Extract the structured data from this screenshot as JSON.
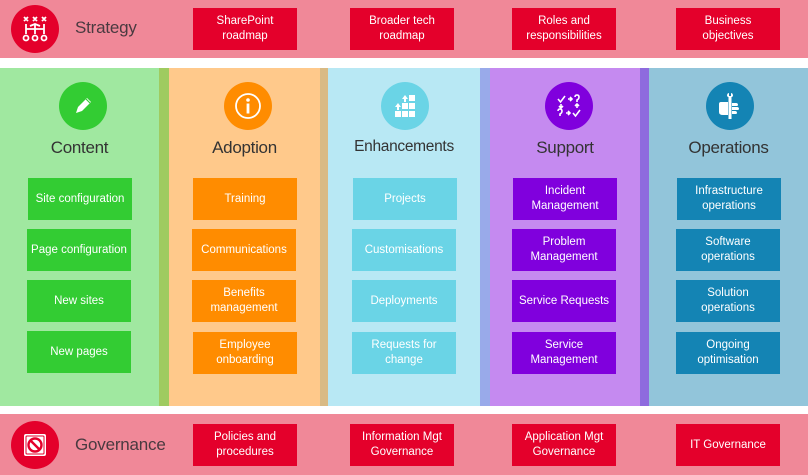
{
  "colors": {
    "band_bg": "#F08898",
    "band_box": "#E4002B",
    "content": {
      "bg": "#A0E8A0",
      "box": "#33CC33",
      "sep": "#9FCB60"
    },
    "adoption": {
      "bg": "#FFC98B",
      "box": "#FF8C00",
      "sep": "#D9BA84"
    },
    "enhancements": {
      "bg": "#B8E8F4",
      "box": "#6AD4E6",
      "sep": "#99AAEA"
    },
    "support": {
      "bg": "#C58AF0",
      "box": "#8000DD",
      "sep": "#8E6BDE"
    },
    "operations": {
      "bg": "#92C5DA",
      "box": "#1484B4"
    }
  },
  "strategy": {
    "icon": "decision-tree-icon",
    "title": "Strategy",
    "items": [
      "SharePoint roadmap",
      "Broader tech roadmap",
      "Roles and responsibilities",
      "Business objectives"
    ]
  },
  "columns": [
    {
      "key": "content",
      "icon": "pencil-icon",
      "title": "Content",
      "items": [
        "Site configuration",
        "Page configuration",
        "New sites",
        "New pages"
      ]
    },
    {
      "key": "adoption",
      "icon": "info-icon",
      "title": "Adoption",
      "items": [
        "Training",
        "Communications",
        "Benefits management",
        "Employee onboarding"
      ]
    },
    {
      "key": "enhancements",
      "icon": "growth-blocks-icon",
      "title": "Enhancements",
      "items": [
        "Projects",
        "Customisations",
        "Deployments",
        "Requests for change"
      ]
    },
    {
      "key": "support",
      "icon": "question-check-cycle-icon",
      "title": "Support",
      "items": [
        "Incident Management",
        "Problem Management",
        "Service Requests",
        "Service Management"
      ]
    },
    {
      "key": "operations",
      "icon": "hand-wrench-icon",
      "title": "Operations",
      "items": [
        "Infrastructure operations",
        "Software operations",
        "Solution operations",
        "Ongoing optimisation"
      ]
    }
  ],
  "governance": {
    "icon": "prohibited-sign-icon",
    "title": "Governance",
    "items": [
      "Policies and procedures",
      "Information Mgt Governance",
      "Application Mgt Governance",
      "IT Governance"
    ]
  }
}
